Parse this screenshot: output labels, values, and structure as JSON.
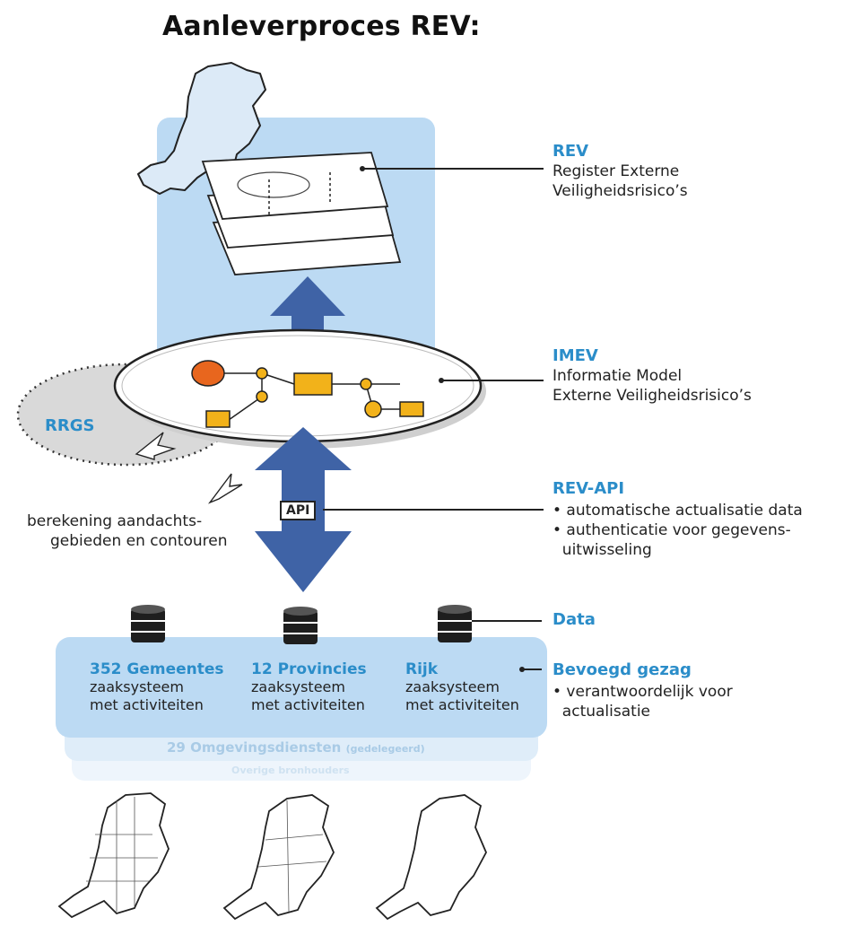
{
  "title": "Aanleverproces REV:",
  "rev": {
    "heading": "REV",
    "lines": [
      "Register Externe",
      "Veiligheidsrisico’s"
    ]
  },
  "imev": {
    "heading": "IMEV",
    "lines": [
      "Informatie Model",
      "Externe Veiligheidsrisico’s"
    ]
  },
  "rrgs": {
    "label": "RRGS"
  },
  "calc_note": {
    "lines": [
      "berekening aandachts-",
      "gebieden en contouren"
    ]
  },
  "revapi": {
    "heading": "REV-API",
    "bullets": [
      "• automatische actualisatie data",
      "• authenticatie voor gegevens-",
      "  uitwisseling"
    ]
  },
  "api_badge": "API",
  "data_label": "Data",
  "bevoegd": {
    "heading": "Bevoegd gezag",
    "lines": [
      "• verantwoordelijk voor",
      "  actualisatie"
    ]
  },
  "authorities": [
    {
      "name": "352 Gemeentes",
      "lines": [
        "zaaksysteem",
        "met activiteiten"
      ]
    },
    {
      "name": "12 Provincies",
      "lines": [
        "zaaksysteem",
        "met activiteiten"
      ]
    },
    {
      "name": "Rijk",
      "lines": [
        "zaaksysteem",
        "met activiteiten"
      ]
    }
  ],
  "omgevingsdiensten": "29 Omgevingsdiensten",
  "omgevingsdiensten_note": "(gedelegeerd)",
  "overige": "Overige bronhouders",
  "colors": {
    "accent": "#2b8dc9",
    "arrow": "#3f63a6",
    "panel": "#bcdaf3",
    "box": "#f2b21a",
    "node": "#e8661e"
  }
}
